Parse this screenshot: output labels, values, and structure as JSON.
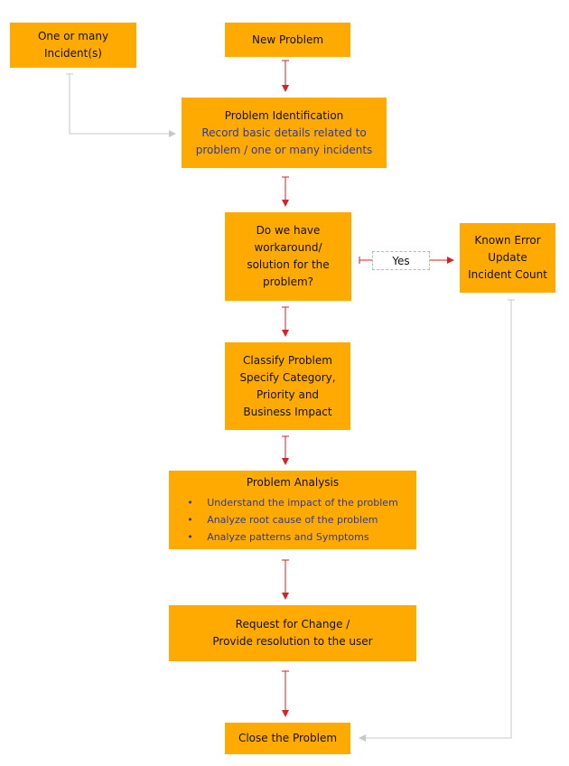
{
  "nodes": {
    "incidents": {
      "lines": [
        "One or many",
        "Incident(s)"
      ]
    },
    "new_problem": {
      "title": "New Problem"
    },
    "identification": {
      "title": "Problem Identification",
      "details": [
        "Record basic details related to",
        "problem / one or many incidents"
      ]
    },
    "decision": {
      "lines": [
        "Do we have",
        "workaround/",
        "solution for the",
        "problem?"
      ]
    },
    "known_error": {
      "lines": [
        "Known Error",
        "Update",
        "Incident Count"
      ]
    },
    "classify": {
      "lines": [
        "Classify Problem",
        "Specify Category,",
        "Priority and",
        "Business Impact"
      ]
    },
    "analysis": {
      "title": "Problem Analysis",
      "bullets": [
        "Understand the impact of the problem",
        "Analyze root cause of the problem",
        "Analyze patterns and Symptoms"
      ]
    },
    "request_change": {
      "lines": [
        "Request for Change /",
        "Provide resolution to the user"
      ]
    },
    "close": {
      "title": "Close the Problem"
    }
  },
  "edge_labels": {
    "yes": "Yes"
  },
  "colors": {
    "box": "#FFAA00",
    "arrow_red": "#D2232A",
    "arrow_grey": "#C8C8C8",
    "detail_text": "#2E3A9E"
  }
}
